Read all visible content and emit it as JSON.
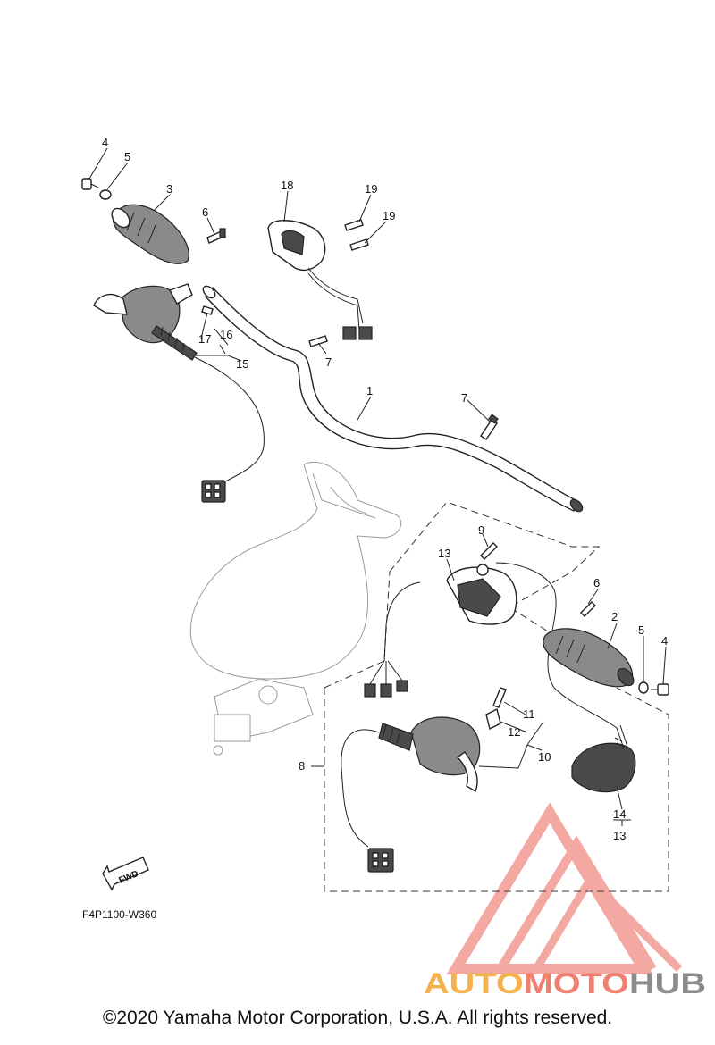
{
  "diagram": {
    "callouts": [
      "1",
      "2",
      "3",
      "4",
      "5",
      "6",
      "7",
      "8",
      "9",
      "10",
      "11",
      "12",
      "13",
      "14",
      "15",
      "16",
      "17",
      "18",
      "19"
    ],
    "diagram_code": "F4P1100-W360",
    "fwd_label": "FWD"
  },
  "watermark": {
    "part1": "AUTO",
    "part2": "MOTO",
    "part3": "HUB",
    "colors": {
      "auto": "#f5b24a",
      "moto": "#ef7f6f",
      "hub": "#8c8c8c",
      "triangle": "#f08c84"
    }
  },
  "copyright": "©2020 Yamaha Motor Corporation, U.S.A. All rights reserved."
}
